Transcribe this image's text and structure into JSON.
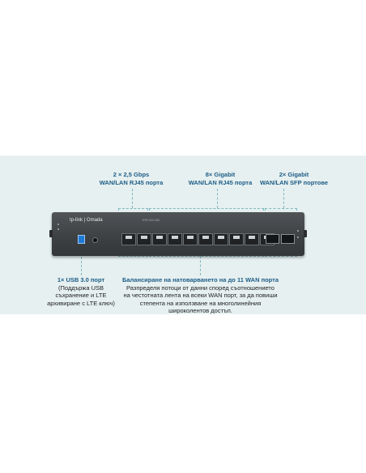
{
  "callouts": {
    "top_left": {
      "line1": "2 × 2,5 Gbps",
      "line2": "WAN/LAN RJ45 порта"
    },
    "top_mid": {
      "line1": "8× Gigabit",
      "line2": "WAN/LAN RJ45 порта"
    },
    "top_right": {
      "line1": "2× Gigabit",
      "line2": "WAN/LAN SFP портове"
    },
    "bottom_left": {
      "title": "1× USB 3.0 порт",
      "lines": [
        "(Поддържа USB",
        "съхранение и LTE",
        "архивиране с LTE ключ)"
      ]
    },
    "bottom_right": {
      "title": "Балансиране на натоварването на до 11 WAN порта",
      "lines": [
        "Разпределя потоци от данни според съотношението",
        "на честотната лента на всеки WAN порт, за да повиши",
        "степента на използване на многолинейния",
        "широколентов достъп."
      ]
    }
  },
  "device": {
    "brand": "tp-link | Omada",
    "model": "ER7412-M2",
    "rj45_25g_ports": 2,
    "rj45_1g_ports": 8,
    "sfp_ports": 2,
    "colors": {
      "body": "#3d4043",
      "usb": "#1f7ad6",
      "accent_text": "#1e5d87"
    }
  }
}
